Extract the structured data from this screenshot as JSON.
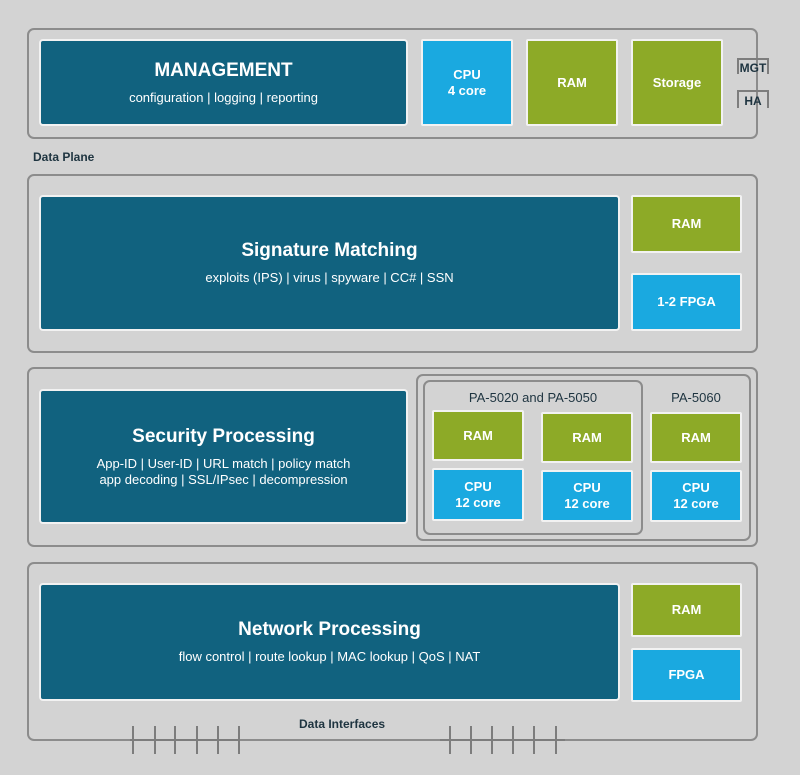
{
  "management": {
    "title": "MANAGEMENT",
    "subtitle": "configuration | logging | reporting",
    "cpu": "CPU\n4 core",
    "ram": "RAM",
    "storage": "Storage",
    "mgt": "MGT",
    "ha": "HA"
  },
  "data_plane_label": "Data Plane",
  "signature": {
    "title": "Signature Matching",
    "subtitle": "exploits (IPS) | virus | spyware | CC# | SSN",
    "ram": "RAM",
    "fpga": "1-2 FPGA"
  },
  "security": {
    "title": "Security Processing",
    "subtitle_line1": "App-ID | User-ID | URL match | policy match",
    "subtitle_line2": "app decoding | SSL/IPsec | decompression",
    "group_a_label": "PA-5020 and PA-5050",
    "group_b_label": "PA-5060",
    "ram": "RAM",
    "cpu": "CPU\n12 core"
  },
  "network": {
    "title": "Network Processing",
    "subtitle": "flow control | route lookup | MAC lookup | QoS | NAT",
    "ram": "RAM",
    "fpga": "FPGA"
  },
  "data_interfaces_label": "Data Interfaces",
  "colors": {
    "dark_blue": "#11627f",
    "green": "#8daa27",
    "cyan": "#1aa9e0",
    "panel_border": "#8c8c8c"
  }
}
